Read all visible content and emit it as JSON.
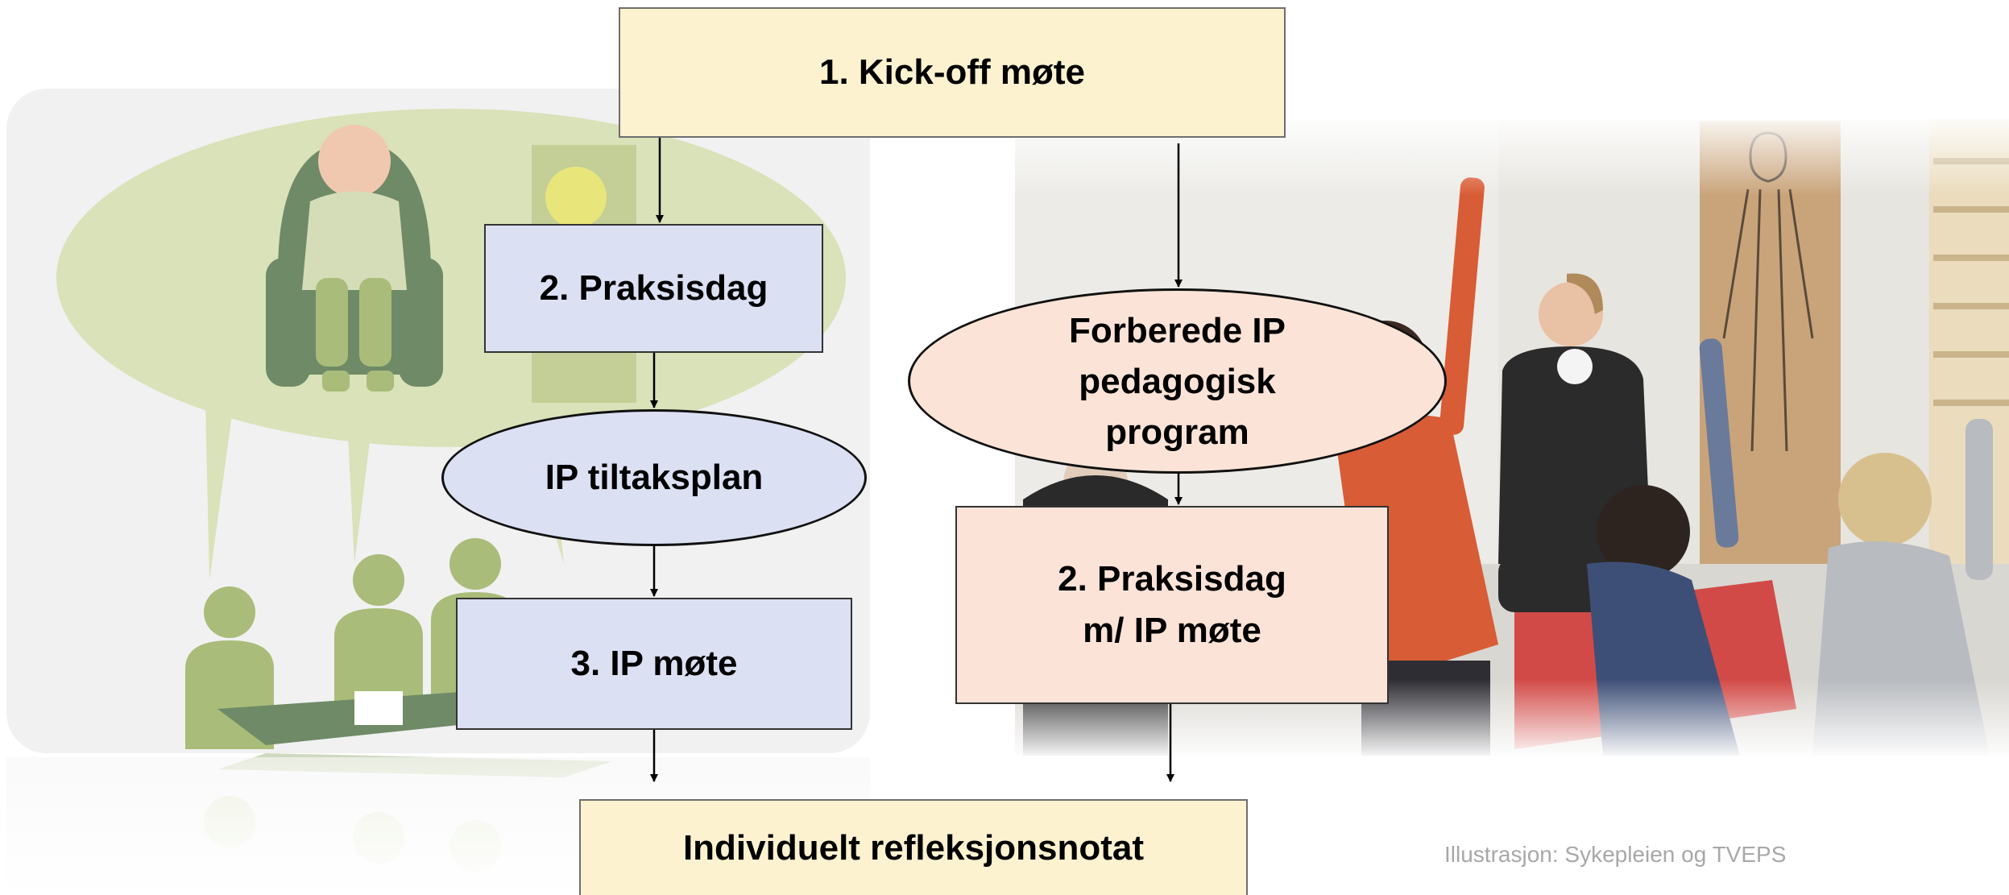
{
  "colors": {
    "yellow": "#fdf2cf",
    "blue": "#dbe0f3",
    "peach": "#fbe4d7",
    "illustration_green": "#c9d5a0",
    "illustration_dark_green": "#6f8a66"
  },
  "nodes": {
    "kickoff": "1. Kick-off møte",
    "left_practice_day": "2. Praksisdag",
    "ip_action_plan": "IP tiltaksplan",
    "ip_meeting": "3. IP møte",
    "prepare_ip_line1": "Forberede IP",
    "prepare_ip_line2": "pedagogisk",
    "prepare_ip_line3": "program",
    "right_practice_day_line1": "2. Praksisdag",
    "right_practice_day_line2": "m/ IP møte",
    "reflection_note": "Individuelt refleksjonsnotat"
  },
  "caption": "Illustrasjon: Sykepleien og TVEPS",
  "images": {
    "left": "nursing-home-illustration",
    "right": "kindergarten-photo"
  }
}
